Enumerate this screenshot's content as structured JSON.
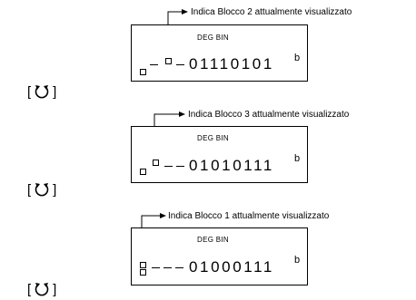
{
  "key": {
    "open": "[",
    "close": "]",
    "icon": "rotate-icon"
  },
  "panels": [
    {
      "mode": "DEG BIN",
      "digits": "01110101",
      "base": "b",
      "note": "Indica Blocco 2 attualmente visualizzato"
    },
    {
      "mode": "DEG BIN",
      "digits": "01010111",
      "base": "b",
      "note": "Indica Blocco 3 attualmente visualizzato"
    },
    {
      "mode": "DEG BIN",
      "digits": "01000111",
      "base": "b",
      "note": "Indica Blocco 1 attualmente visualizzato"
    }
  ]
}
